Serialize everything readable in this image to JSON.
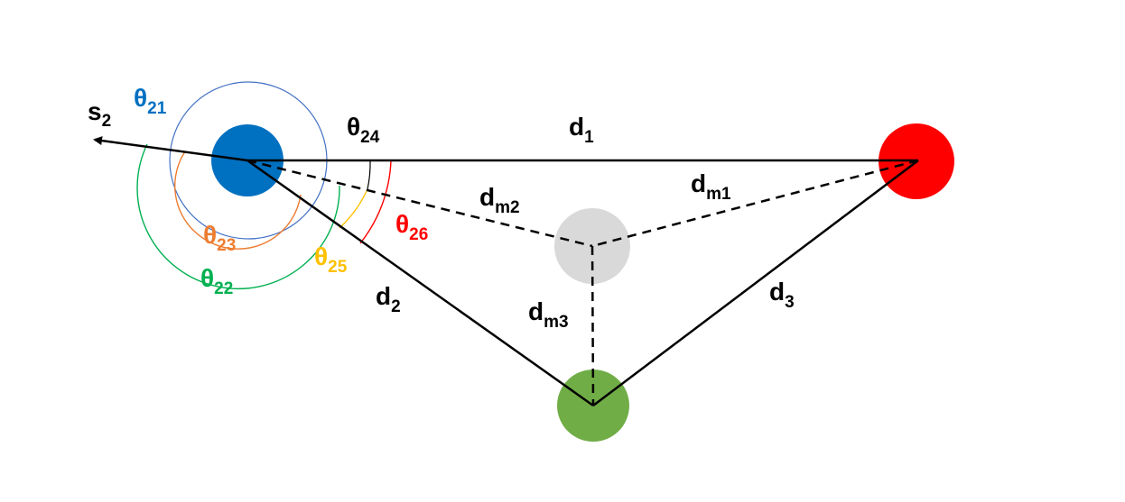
{
  "colors": {
    "blue": "#0070c0",
    "orange": "#ed7d31",
    "green": "#00b050",
    "yellow": "#ffc000",
    "red": "#ff0000",
    "black": "#000000",
    "node_blue": "#0070c0",
    "node_red": "#ff0000",
    "node_gray": "#d9d9d9",
    "node_green": "#70ad47"
  },
  "labels": {
    "s2": {
      "base": "s",
      "sub": "2"
    },
    "theta21": {
      "base": "θ",
      "sub": "21"
    },
    "theta22": {
      "base": "θ",
      "sub": "22"
    },
    "theta23": {
      "base": "θ",
      "sub": "23"
    },
    "theta24": {
      "base": "θ",
      "sub": "24"
    },
    "theta25": {
      "base": "θ",
      "sub": "25"
    },
    "theta26": {
      "base": "θ",
      "sub": "26"
    },
    "d1": {
      "base": "d",
      "sub": "1"
    },
    "d2": {
      "base": "d",
      "sub": "2"
    },
    "d3": {
      "base": "d",
      "sub": "3"
    },
    "dm1": {
      "base": "d",
      "sub": "m1"
    },
    "dm2": {
      "base": "d",
      "sub": "m2"
    },
    "dm3": {
      "base": "d",
      "sub": "m3"
    }
  }
}
